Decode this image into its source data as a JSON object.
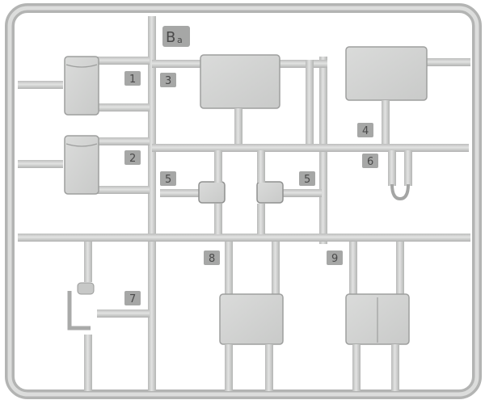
{
  "sprue": {
    "letter": "B",
    "sub": "a"
  },
  "part_numbers": [
    "1",
    "2",
    "3",
    "4",
    "5",
    "5",
    "6",
    "7",
    "8",
    "9"
  ],
  "colors": {
    "plastic": "#cfd0cf",
    "plastic_dark": "#a9aaa9",
    "plastic_light": "#e3e4e3",
    "tag": "#a6a7a6",
    "background": "#ffffff"
  }
}
